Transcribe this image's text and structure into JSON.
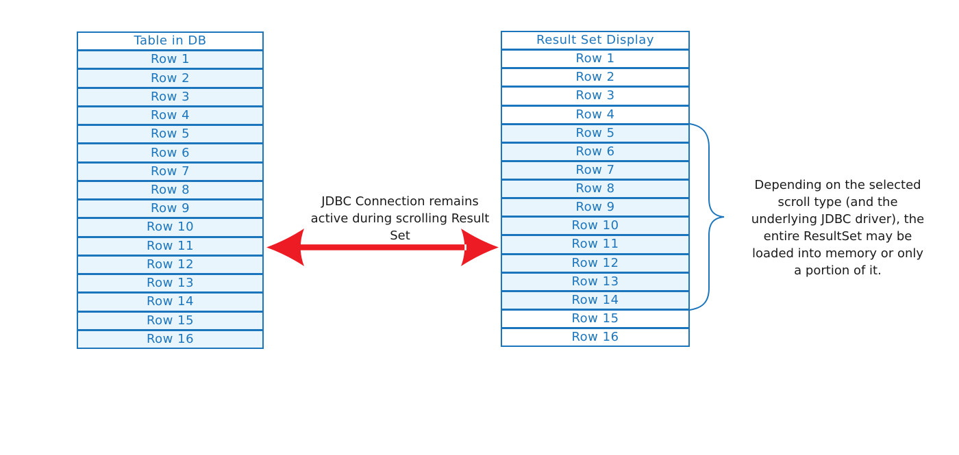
{
  "left_table": {
    "title": "Table in DB",
    "rows": [
      "Row 1",
      "Row 2",
      "Row 3",
      "Row 4",
      "Row 5",
      "Row 6",
      "Row 7",
      "Row 8",
      "Row 9",
      "Row 10",
      "Row 11",
      "Row 12",
      "Row 13",
      "Row 14",
      "Row 15",
      "Row 16"
    ],
    "highlight_range": [
      1,
      16
    ]
  },
  "right_table": {
    "title": "Result Set Display",
    "rows": [
      "Row 1",
      "Row 2",
      "Row 3",
      "Row 4",
      "Row 5",
      "Row 6",
      "Row 7",
      "Row 8",
      "Row 9",
      "Row 10",
      "Row 11",
      "Row 12",
      "Row 13",
      "Row 14",
      "Row 15",
      "Row 16"
    ],
    "highlight_range": [
      5,
      14
    ]
  },
  "arrow_label": "JDBC Connection remains\nactive during scrolling Result\nSet",
  "brace_note": "Depending on the selected\nscroll type (and the\nunderlying JDBC driver), the\nentire ResultSet may be\nloaded into memory or only\na portion of it.",
  "colors": {
    "table_border": "#1b75bc",
    "row_fill": "#e9f5fd",
    "row_text": "#1b75bc",
    "arrow_red": "#ed1c24",
    "note_text": "#1a1a1a"
  }
}
